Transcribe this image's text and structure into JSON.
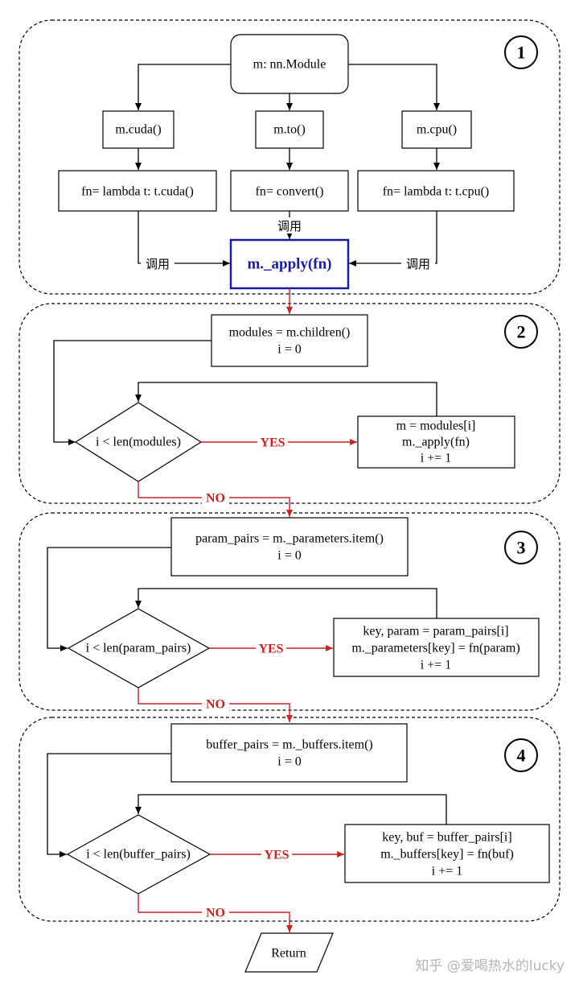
{
  "section_numbers": [
    "1",
    "2",
    "3",
    "4"
  ],
  "s1": {
    "module": "m: nn.Module",
    "cuda": "m.cuda()",
    "to": "m.to()",
    "cpu": "m.cpu()",
    "fn_cuda": "fn= lambda t: t.cuda()",
    "fn_convert": "fn= convert()",
    "fn_cpu": "fn= lambda t: t.cpu()",
    "call_label": "调用",
    "apply": "m._apply(fn)"
  },
  "s2": {
    "init_line1": "modules = m.children()",
    "init_line2": "i = 0",
    "cond": "i < len(modules)",
    "body_line1": "m = modules[i]",
    "body_line2": "m._apply(fn)",
    "body_line3": "i += 1"
  },
  "s3": {
    "init_line1": "param_pairs = m._parameters.item()",
    "init_line2": "i = 0",
    "cond": "i < len(param_pairs)",
    "body_line1": "key, param = param_pairs[i]",
    "body_line2": "m._parameters[key] = fn(param)",
    "body_line3": "i += 1"
  },
  "s4": {
    "init_line1": "buffer_pairs = m._buffers.item()",
    "init_line2": "i = 0",
    "cond": "i < len(buffer_pairs)",
    "body_line1": "key, buf = buffer_pairs[i]",
    "body_line2": "m._buffers[key] = fn(buf)",
    "body_line3": "i += 1"
  },
  "yes_label": "YES",
  "no_label": "NO",
  "return_label": "Return",
  "watermark": "知乎 @爱喝热水的lucky",
  "colors": {
    "red": "#cc2222",
    "blue": "#1a1aa8"
  }
}
